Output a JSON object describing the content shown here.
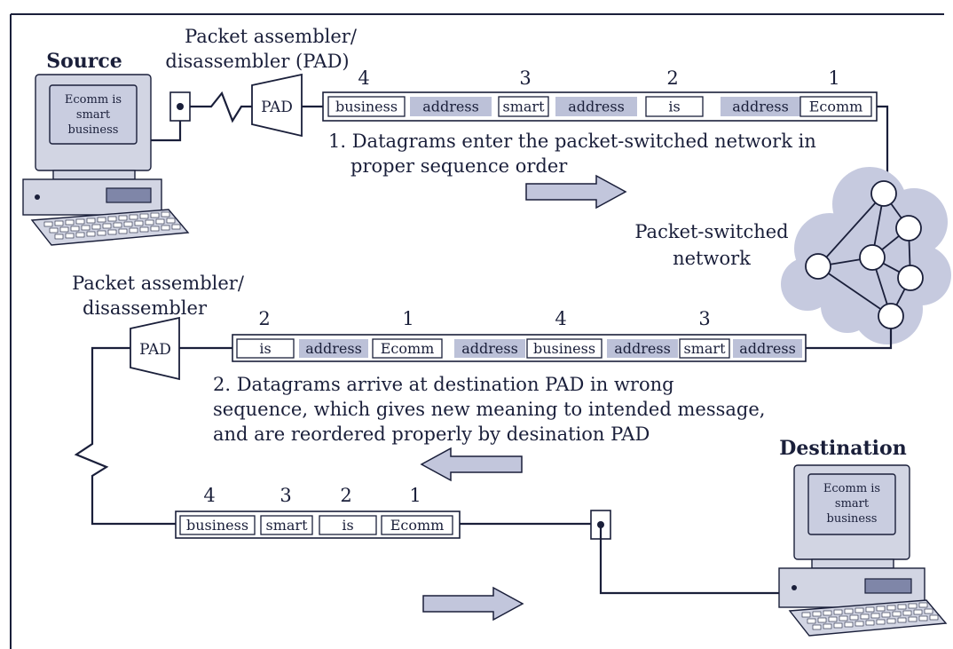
{
  "source": {
    "title": "Source",
    "screen_lines": [
      "Ecomm is",
      "smart",
      "business"
    ]
  },
  "destination": {
    "title": "Destination",
    "screen_lines": [
      "Ecomm is",
      "smart",
      "business"
    ]
  },
  "pad_top_label": [
    "Packet assembler/",
    "disassembler (PAD)"
  ],
  "pad_mid_label": [
    "Packet assembler/",
    "disassembler"
  ],
  "pad_box_label": "PAD",
  "network_label": [
    "Packet-switched",
    "network"
  ],
  "step1_text": [
    "1. Datagrams enter the packet-switched network in",
    "proper sequence order"
  ],
  "step2_text": [
    "2. Datagrams arrive at destination PAD in wrong",
    "sequence, which gives new meaning to intended message,",
    "and are reordered properly by desination PAD"
  ],
  "strip_top": {
    "cells": [
      {
        "text": "business",
        "kind": "data"
      },
      {
        "text": "address",
        "kind": "addr"
      },
      {
        "text": "smart",
        "kind": "data"
      },
      {
        "text": "address",
        "kind": "addr"
      },
      {
        "text": "is",
        "kind": "data"
      },
      {
        "text": "address",
        "kind": "addr"
      },
      {
        "text": "Ecomm",
        "kind": "data"
      }
    ],
    "numbers": [
      "4",
      "3",
      "2",
      "1"
    ]
  },
  "strip_mid": {
    "cells": [
      {
        "text": "is",
        "kind": "data"
      },
      {
        "text": "address",
        "kind": "addr"
      },
      {
        "text": "Ecomm",
        "kind": "data"
      },
      {
        "text": "address",
        "kind": "addr"
      },
      {
        "text": "business",
        "kind": "data"
      },
      {
        "text": "address",
        "kind": "addr"
      },
      {
        "text": "smart",
        "kind": "data"
      },
      {
        "text": "address",
        "kind": "addr"
      }
    ],
    "numbers": [
      "2",
      "1",
      "4",
      "3"
    ]
  },
  "strip_bottom": {
    "cells": [
      {
        "text": "business",
        "kind": "data"
      },
      {
        "text": "smart",
        "kind": "data"
      },
      {
        "text": "is",
        "kind": "data"
      },
      {
        "text": "Ecomm",
        "kind": "data"
      }
    ],
    "numbers": [
      "4",
      "3",
      "2",
      "1"
    ]
  }
}
